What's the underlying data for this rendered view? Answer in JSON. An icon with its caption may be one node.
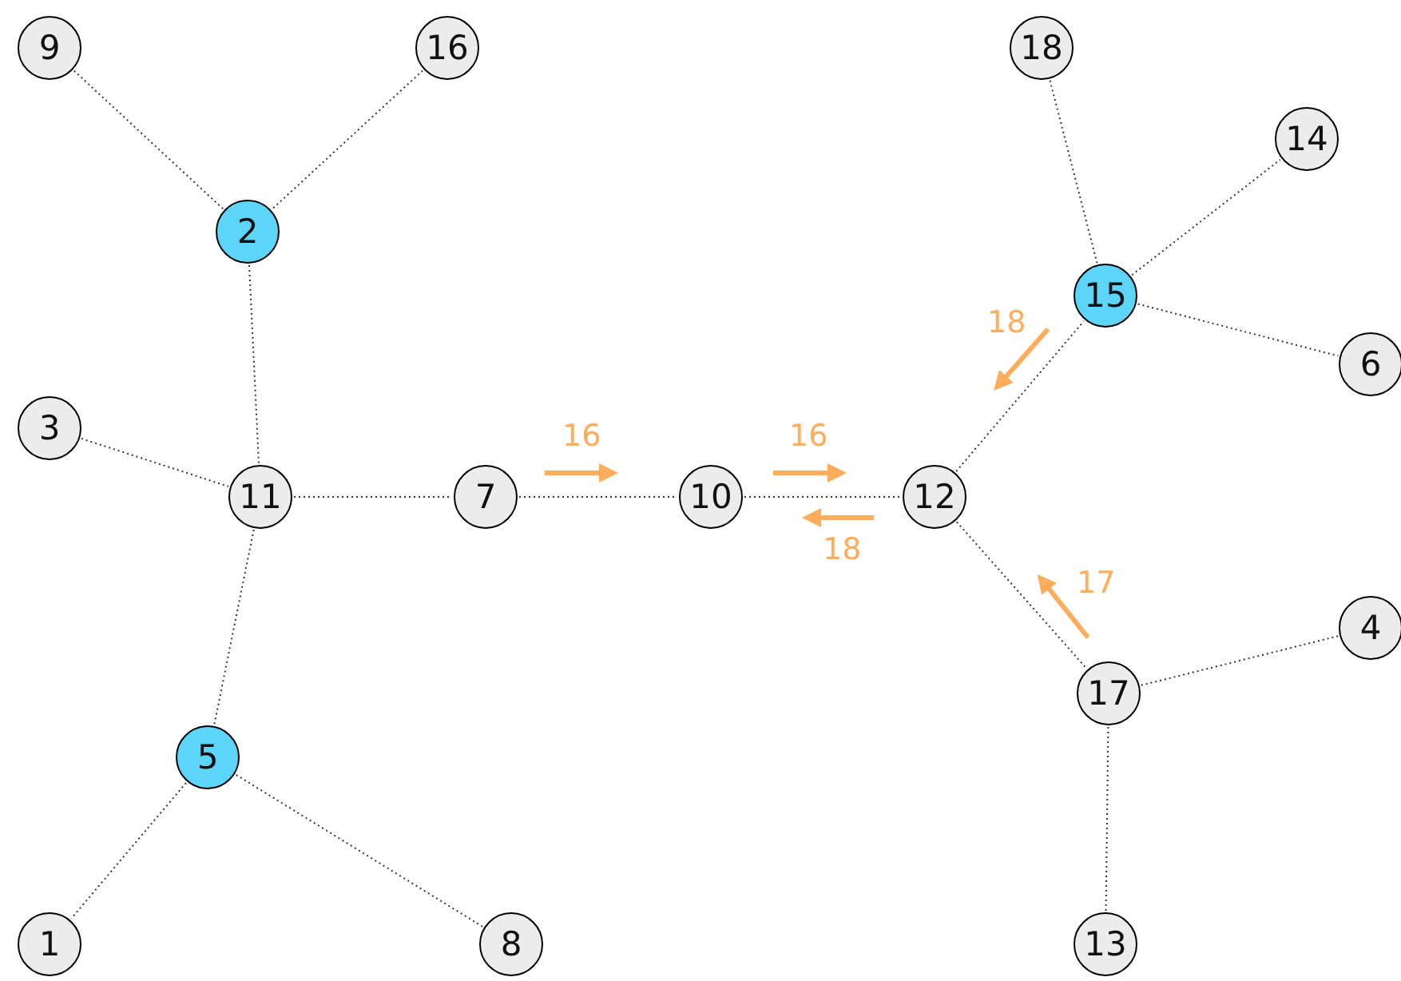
{
  "diagram": {
    "nodes": [
      {
        "text": [
          "9"
        ]
      },
      {
        "text": [
          "16"
        ]
      },
      {
        "text": [
          "18"
        ]
      },
      {
        "text": [
          "14"
        ]
      },
      {
        "text": [
          "2"
        ]
      },
      {
        "text": [
          "15"
        ]
      },
      {
        "text": [
          "6"
        ]
      },
      {
        "text": [
          "3"
        ]
      },
      {
        "text": [
          "11"
        ]
      },
      {
        "text": [
          "7"
        ]
      },
      {
        "text": [
          "10"
        ]
      },
      {
        "text": [
          "12"
        ]
      },
      {
        "text": [
          "4"
        ]
      },
      {
        "text": [
          "17"
        ]
      },
      {
        "text": [
          "5"
        ]
      },
      {
        "text": [
          "1"
        ]
      },
      {
        "text": [
          "8"
        ]
      },
      {
        "text": [
          "13"
        ]
      }
    ],
    "edges": [
      {
        "from": 0,
        "to": 4,
        "arrow": "none"
      },
      {
        "from": 1,
        "to": 4,
        "arrow": "none"
      },
      {
        "from": 4,
        "to": 8,
        "arrow": "none"
      },
      {
        "from": 7,
        "to": 8,
        "arrow": "none"
      },
      {
        "from": 8,
        "to": 9,
        "arrow": "none"
      },
      {
        "from": 8,
        "to": 14,
        "arrow": "none"
      },
      {
        "from": 14,
        "to": 15,
        "arrow": "none"
      },
      {
        "from": 14,
        "to": 16,
        "arrow": "none"
      },
      {
        "from": 9,
        "to": 10,
        "arrow": "none"
      },
      {
        "from": 10,
        "to": 11,
        "arrow": "none"
      },
      {
        "from": 11,
        "to": 5,
        "arrow": "none"
      },
      {
        "from": 5,
        "to": 2,
        "arrow": "none"
      },
      {
        "from": 5,
        "to": 3,
        "arrow": "none"
      },
      {
        "from": 5,
        "to": 6,
        "arrow": "none"
      },
      {
        "from": 11,
        "to": 13,
        "arrow": "none"
      },
      {
        "from": 13,
        "to": 12,
        "arrow": "none"
      },
      {
        "from": 13,
        "to": 17,
        "arrow": "none"
      }
    ],
    "labels": [
      "18",
      "16",
      "16",
      "18",
      "17"
    ]
  }
}
